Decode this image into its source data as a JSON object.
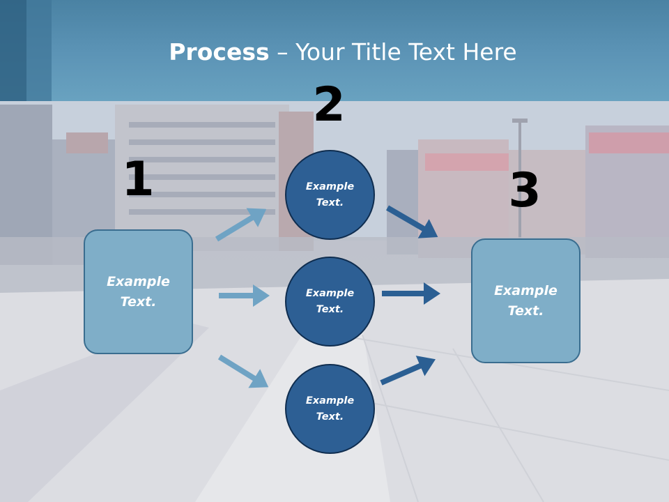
{
  "title": {
    "bold": "Process",
    "rest": " – Your Title Text Here"
  },
  "steps": [
    {
      "number": "1",
      "label": "Example Text."
    },
    {
      "number": "2",
      "items": [
        "Example Text.",
        "Example Text.",
        "Example Text."
      ]
    },
    {
      "number": "3",
      "label": "Example Text."
    }
  ],
  "colors": {
    "header": "#5b93b5",
    "box_fill": "#7faec8",
    "box_border": "#3a6d8f",
    "circle_fill": "#2d5f94",
    "circle_border": "#0f2d4f",
    "arrow_light": "#6fa3c4",
    "arrow_dark": "#2b5f93"
  }
}
